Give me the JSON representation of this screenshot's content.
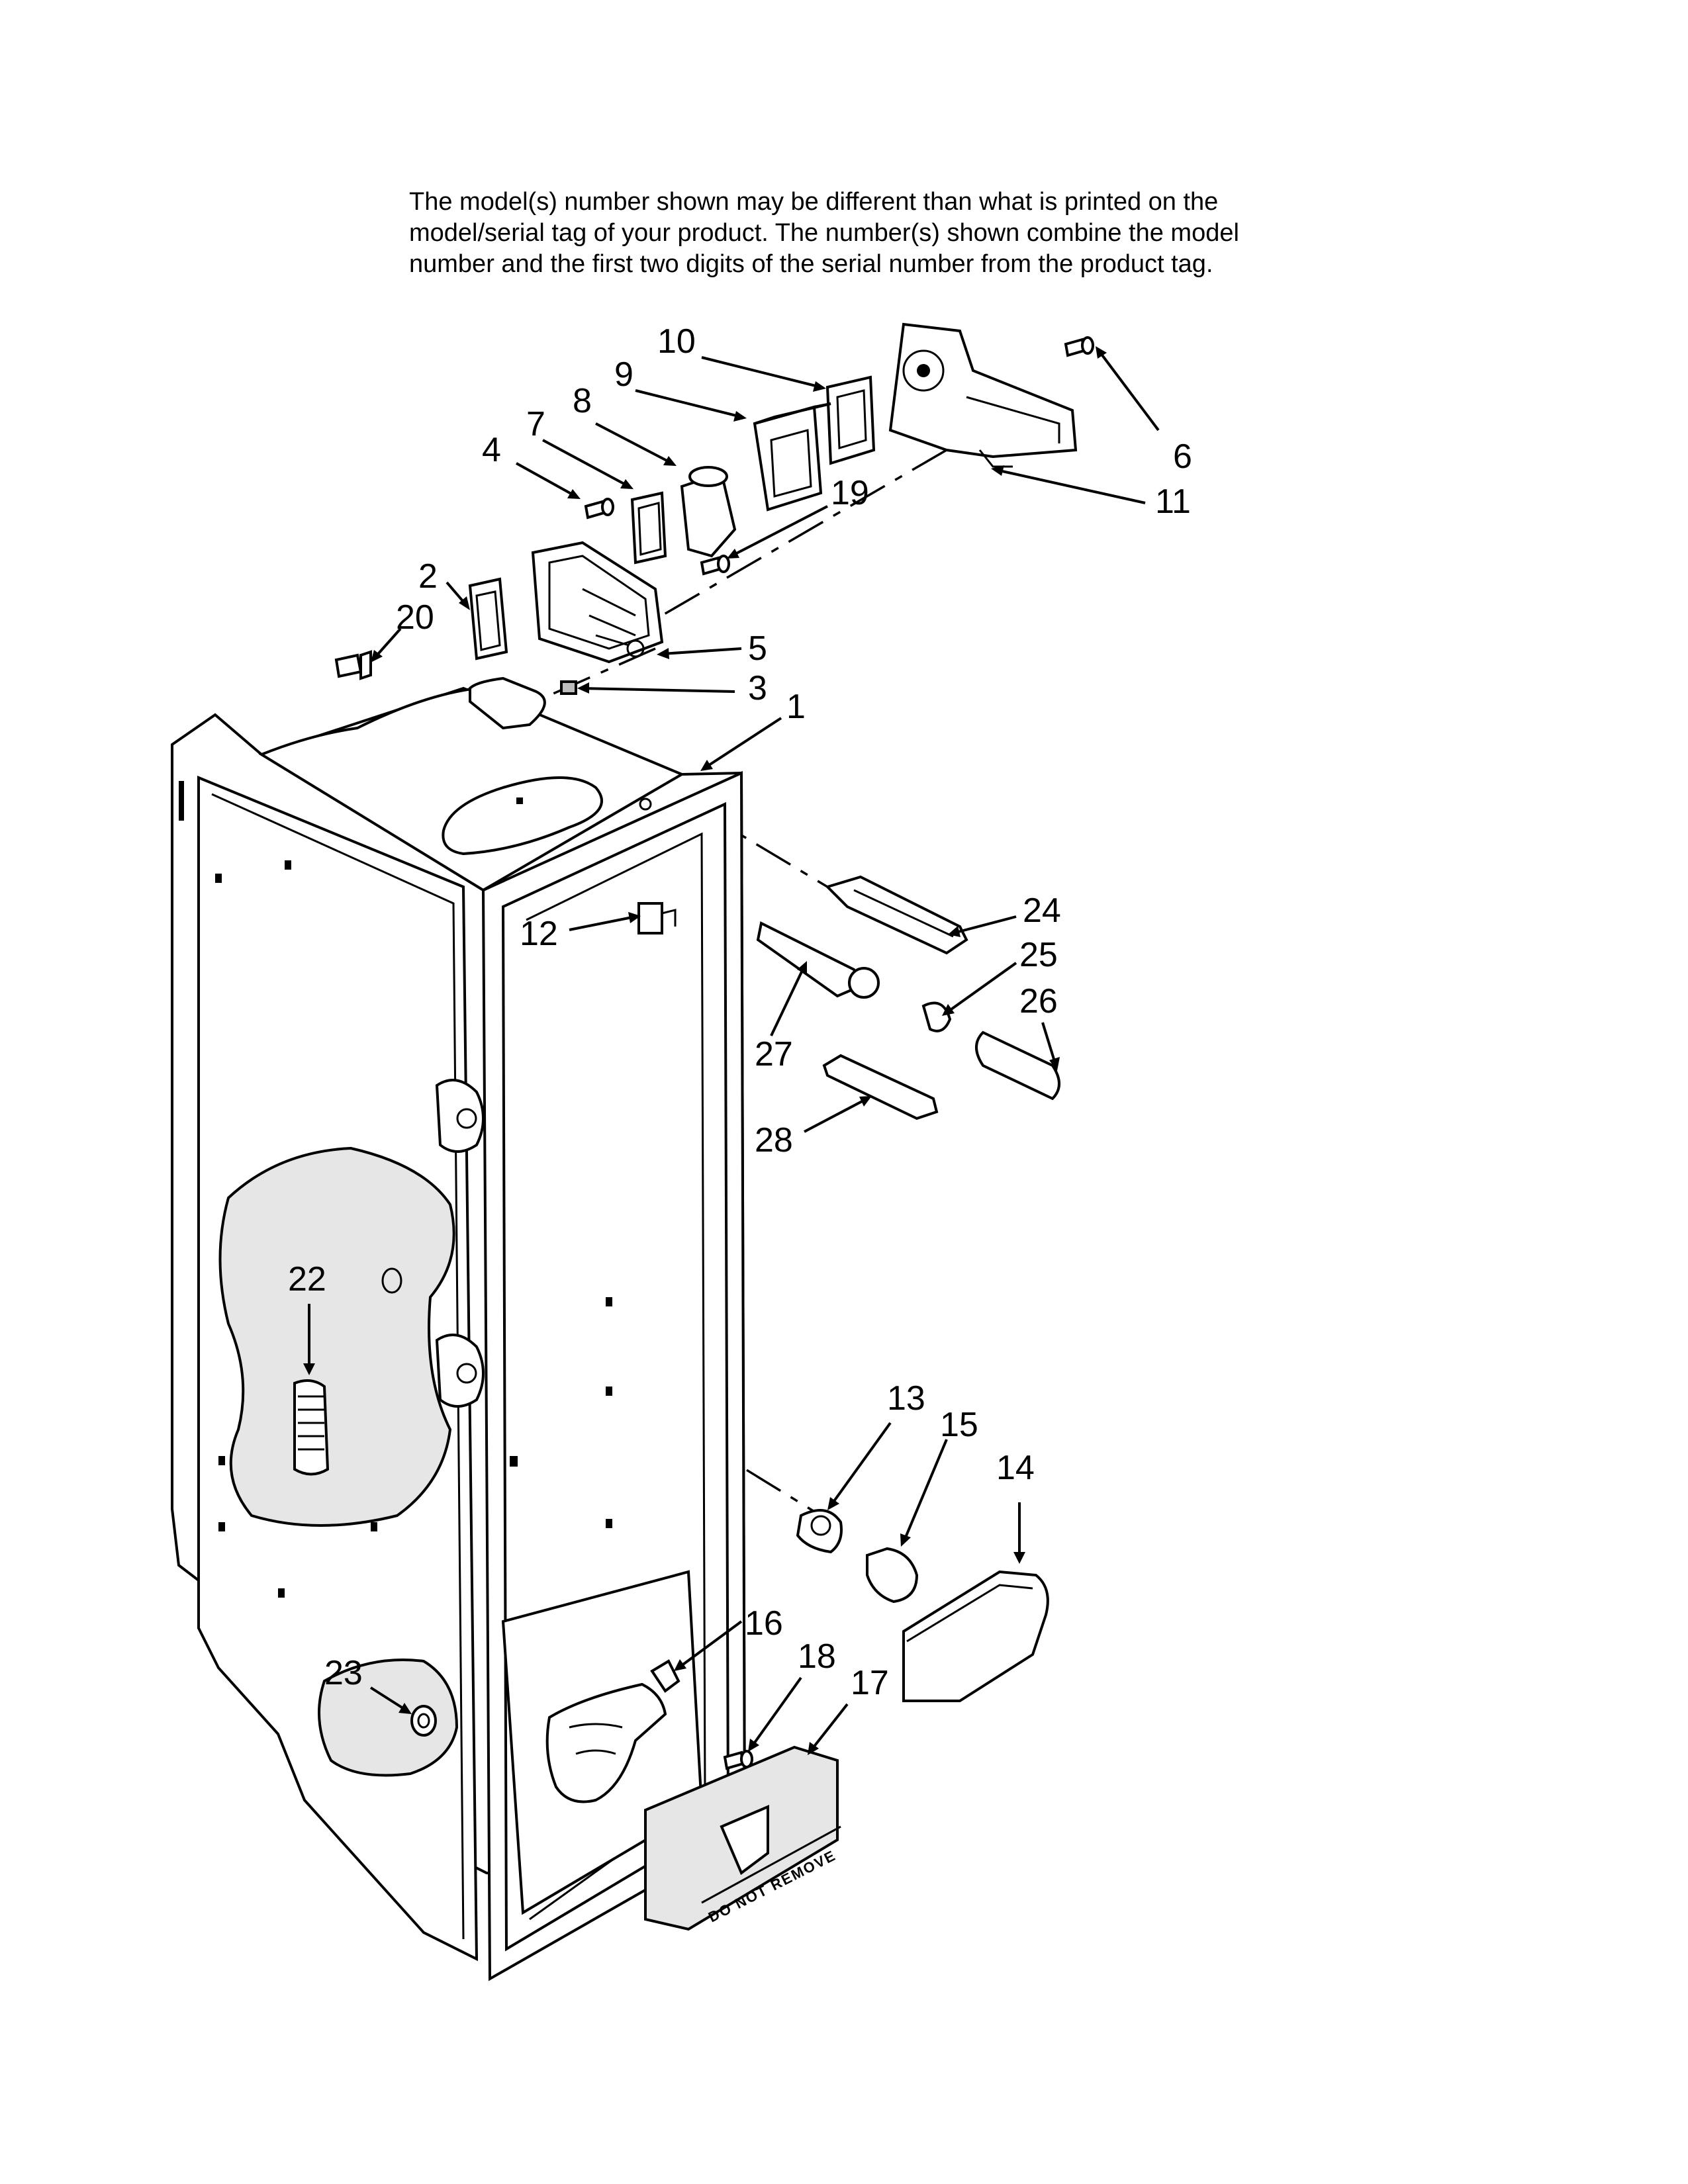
{
  "note": {
    "lines": [
      "The model(s) number shown may be different than what is printed on the",
      "model/serial tag of your product. The number(s) shown combine the model",
      "number and the first two digits of the serial number from the product tag."
    ]
  },
  "warning_label": "DO NOT REMOVE",
  "callouts": [
    {
      "id": "10",
      "text": "10"
    },
    {
      "id": "9",
      "text": "9"
    },
    {
      "id": "8",
      "text": "8"
    },
    {
      "id": "7",
      "text": "7"
    },
    {
      "id": "4",
      "text": "4"
    },
    {
      "id": "6",
      "text": "6"
    },
    {
      "id": "11",
      "text": "11"
    },
    {
      "id": "19",
      "text": "19"
    },
    {
      "id": "2",
      "text": "2"
    },
    {
      "id": "20",
      "text": "20"
    },
    {
      "id": "5",
      "text": "5"
    },
    {
      "id": "3",
      "text": "3"
    },
    {
      "id": "1",
      "text": "1"
    },
    {
      "id": "24",
      "text": "24"
    },
    {
      "id": "25",
      "text": "25"
    },
    {
      "id": "26",
      "text": "26"
    },
    {
      "id": "12",
      "text": "12"
    },
    {
      "id": "27",
      "text": "27"
    },
    {
      "id": "28",
      "text": "28"
    },
    {
      "id": "22",
      "text": "22"
    },
    {
      "id": "13",
      "text": "13"
    },
    {
      "id": "15",
      "text": "15"
    },
    {
      "id": "14",
      "text": "14"
    },
    {
      "id": "16",
      "text": "16"
    },
    {
      "id": "18",
      "text": "18"
    },
    {
      "id": "17",
      "text": "17"
    },
    {
      "id": "23",
      "text": "23"
    }
  ]
}
